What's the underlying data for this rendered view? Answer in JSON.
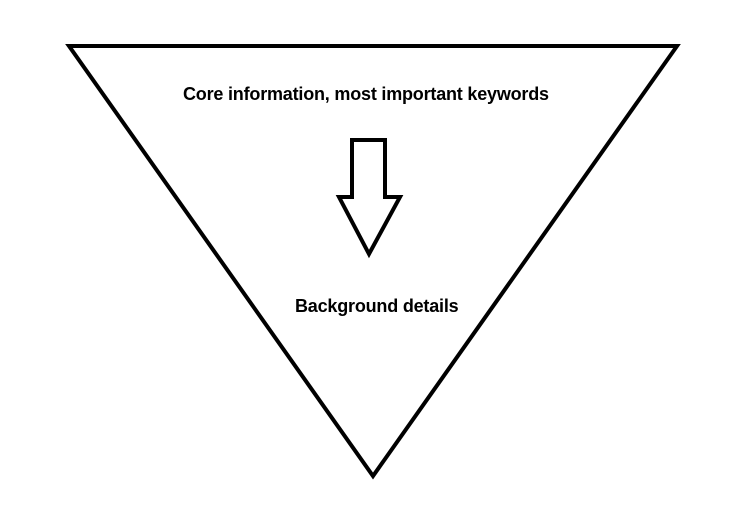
{
  "diagram": {
    "top_label": "Core information, most important keywords",
    "bottom_label": "Background details",
    "arrow_direction": "down",
    "colors": {
      "stroke": "#000000",
      "fill": "#ffffff",
      "text": "#000000"
    }
  }
}
